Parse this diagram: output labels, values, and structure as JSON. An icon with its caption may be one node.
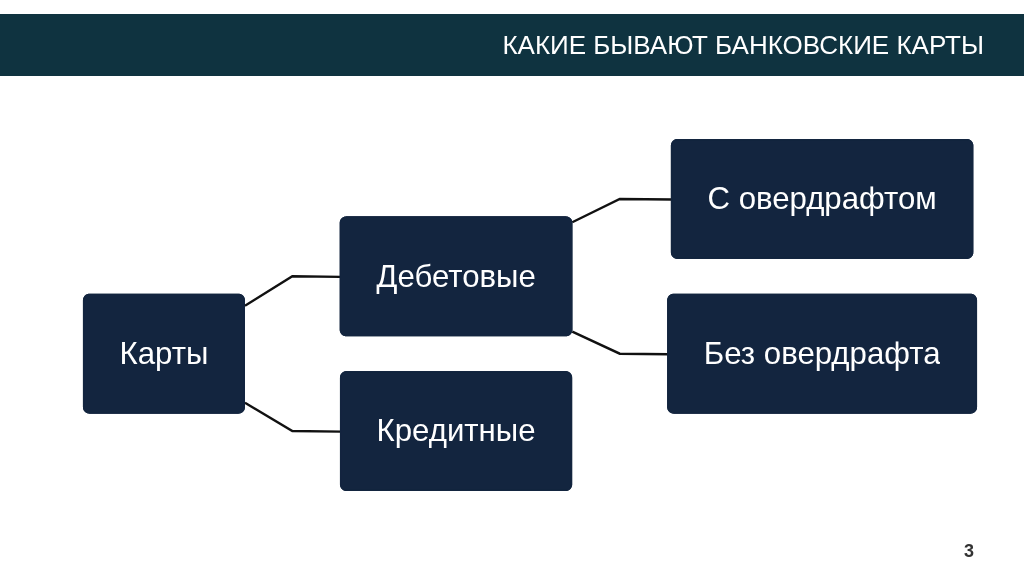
{
  "diagram": {
    "title": "КАКИЕ БЫВАЮТ БАНКОВСКИЕ КАРТЫ",
    "nodes": [
      {
        "text": [
          "Карты"
        ]
      },
      {
        "text": [
          "Дебетовые"
        ]
      },
      {
        "text": [
          "Кредитные"
        ]
      },
      {
        "text": [
          "С овердрафтом"
        ]
      },
      {
        "text": [
          "Без овердрафта"
        ]
      }
    ],
    "edges": [
      {
        "from": 0,
        "to": 1,
        "arrow": "none"
      },
      {
        "from": 0,
        "to": 2,
        "arrow": "none"
      },
      {
        "from": 1,
        "to": 3,
        "arrow": "none"
      },
      {
        "from": 1,
        "to": 4,
        "arrow": "none"
      }
    ],
    "labels": [
      "3"
    ]
  }
}
